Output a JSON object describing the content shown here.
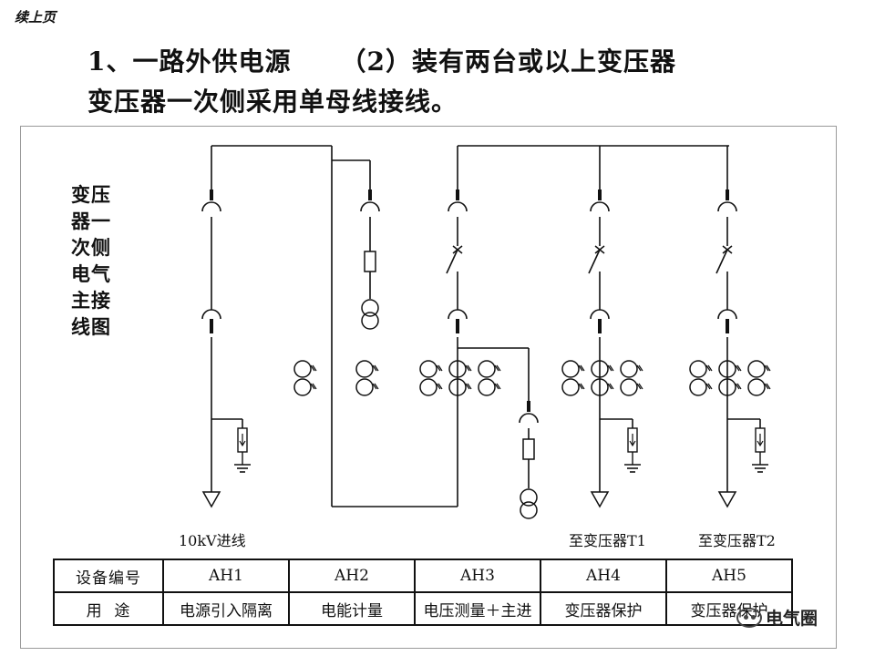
{
  "page": {
    "corner_label": "续上页",
    "title_part1": "1、一路外供电源",
    "title_part2": "（2）装有两台或以上变压器",
    "title_line2": "变压器一次侧采用单母线接线。",
    "diagram_caption": "变压器一次侧电气主接线图"
  },
  "feeders": {
    "incoming": "10kV进线",
    "t1": "至变压器T1",
    "t2": "至变压器T2"
  },
  "table": {
    "row1_header": "设备编号",
    "row2_header": "用  途",
    "ids": [
      "AH1",
      "AH2",
      "AH3",
      "AH4",
      "AH5"
    ],
    "uses": [
      "电源引入隔离",
      "电能计量",
      "电压测量＋主进",
      "变压器保护",
      "变压器保护"
    ]
  },
  "watermark": {
    "text": "电气圈",
    "icon": "wechat-icon"
  }
}
